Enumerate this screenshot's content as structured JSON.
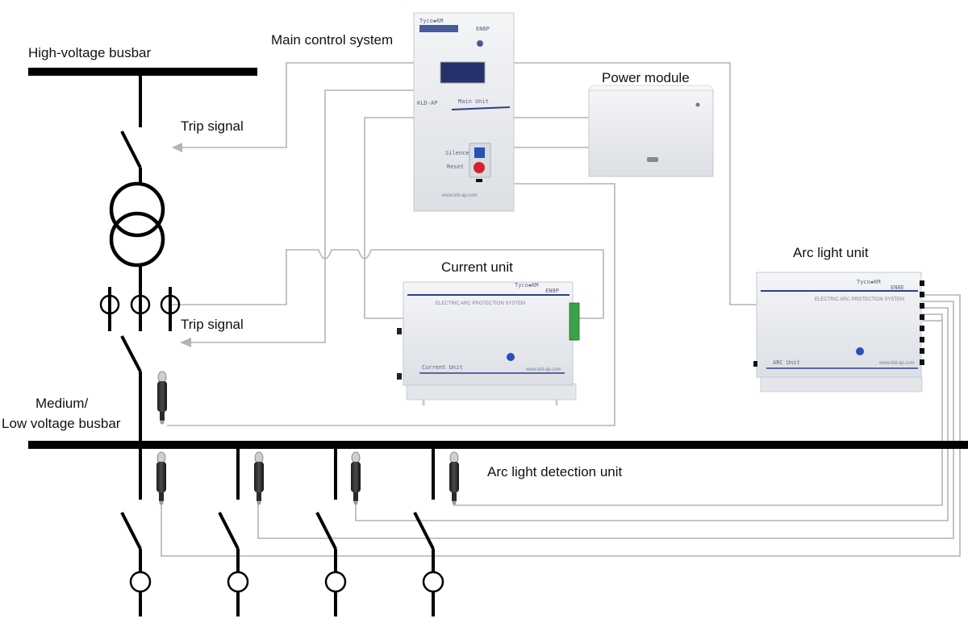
{
  "labels": {
    "high_voltage_busbar": "High-voltage busbar",
    "main_control_system": "Main control system",
    "power_module": "Power module",
    "trip_signal_upper": "Trip signal",
    "trip_signal_lower": "Trip signal",
    "current_unit": "Current unit",
    "arc_light_unit": "Arc light unit",
    "medium_low_busbar_line1": "Medium/",
    "medium_low_busbar_line2": "Low voltage busbar",
    "arc_light_detection_unit": "Arc light detection unit"
  },
  "devices": {
    "main_unit": {
      "brand": "Tyco▪KM",
      "model_tag": "EN8P",
      "model": "KLD-AP",
      "panel_title": "Main Unit",
      "btn_silence": "Silence",
      "btn_reset": "Reset",
      "website": "www.kld-ap.com"
    },
    "current_unit": {
      "brand": "Tyco▪KM",
      "model_tag": "EN8P",
      "subtitle": "ELECTRIC ARC PROTECTION SYSTEM",
      "name": "Current Unit",
      "website": "www.kld-ap.com"
    },
    "arc_unit": {
      "brand": "Tyco▪KM",
      "model_tag": "EN8E",
      "subtitle": "ELECTRIC ARC PROTECTION SYSTEM",
      "name": "ARC Unit",
      "website": "www.kld-ap.com"
    }
  },
  "colors": {
    "busbar": "#000000",
    "wire": "#b4b4b4",
    "device_body": "#eef0f3",
    "device_stripe": "#2b3f8c",
    "reset_button": "#d8202a",
    "silence_button": "#2a4fb8"
  }
}
